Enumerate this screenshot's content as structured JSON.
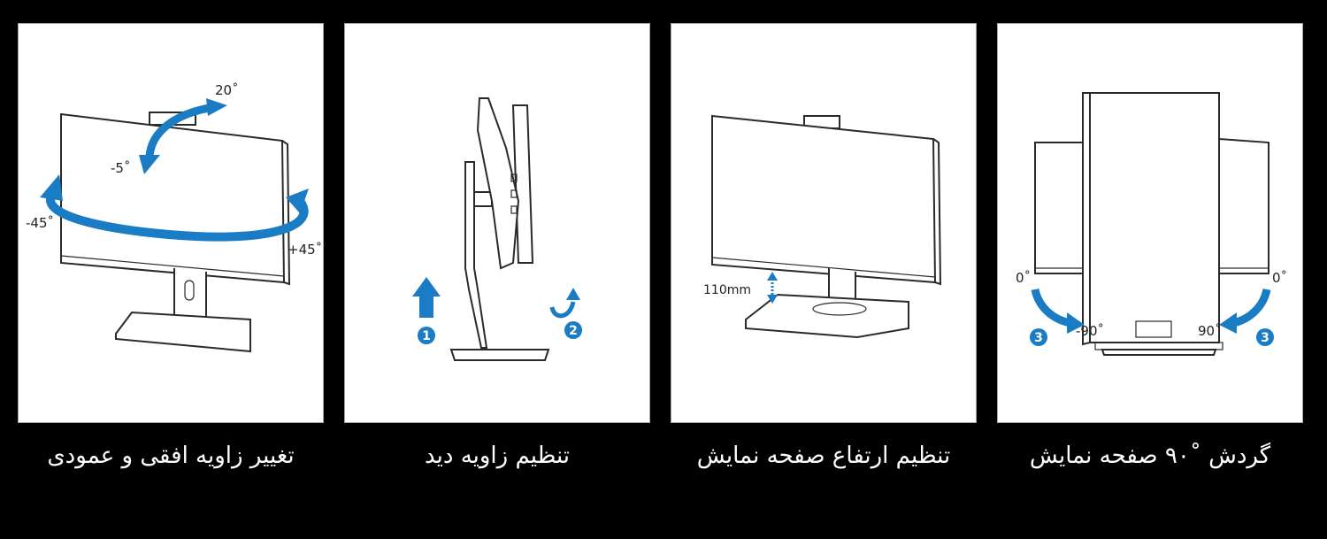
{
  "colors": {
    "background": "#000000",
    "panel": "#ffffff",
    "accent": "#1a7cc4",
    "line": "#2a2a2a"
  },
  "panels": [
    {
      "caption": "تغییر زاویه افقی و عمودی",
      "labels": {
        "tilt_up": "20˚",
        "tilt_down": "-5˚",
        "swivel_left": "-45˚",
        "swivel_right": "+45˚"
      }
    },
    {
      "caption": "تنظیم زاویه دید",
      "labels": {
        "step_one": "1",
        "step_two": "2"
      }
    },
    {
      "caption": "تنظیم ارتفاع صفحه نمایش",
      "labels": {
        "height": "110mm"
      }
    },
    {
      "caption": "گردش ˚۹۰ صفحه نمایش",
      "labels": {
        "left_zero": "0˚",
        "right_zero": "0˚",
        "left_ninety": "-90˚",
        "right_ninety": "90˚",
        "left_step": "3",
        "right_step": "3"
      }
    }
  ]
}
